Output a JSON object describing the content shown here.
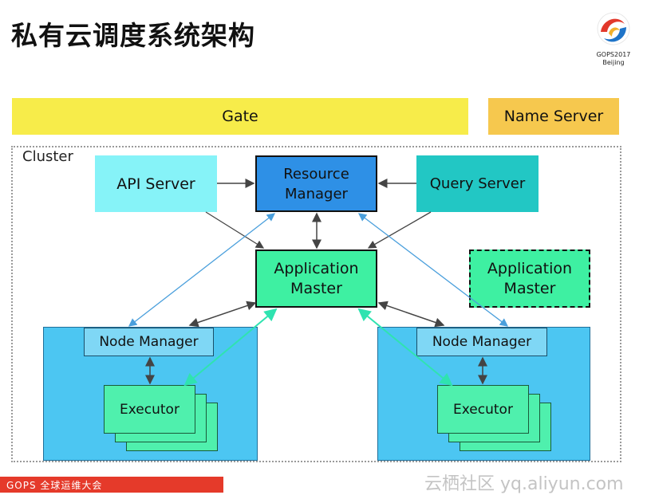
{
  "title": "私有云调度系统架构",
  "logo": {
    "line1": "GOPS2017",
    "line2": "Beijing",
    "icon": "gops-swirl-icon"
  },
  "gate": {
    "label": "Gate"
  },
  "name_server": {
    "label": "Name Server"
  },
  "cluster": {
    "label": "Cluster"
  },
  "api_server": {
    "label": "API Server"
  },
  "resource_manager": {
    "label": "Resource\nManager"
  },
  "query_server": {
    "label": "Query Server"
  },
  "application_master": {
    "label": "Application\nMaster"
  },
  "application_master_standby": {
    "label": "Application\nMaster"
  },
  "node_manager_left": {
    "label": "Node Manager"
  },
  "node_manager_right": {
    "label": "Node Manager"
  },
  "executor_left": {
    "label": "Executor"
  },
  "executor_right": {
    "label": "Executor"
  },
  "footer": {
    "banner_text": "GOPS 全球运维大会",
    "watermark": "云栖社区 yq.aliyun.com"
  },
  "colors": {
    "gate": "#f7ec4a",
    "name_server": "#f6c84e",
    "api_server": "#86f3f8",
    "resource_manager": "#2e90e6",
    "query_server": "#22c7c4",
    "application_master": "#3ef0a2",
    "node": "#4cc6f2",
    "executor": "#4ff0ad",
    "arrow_dark": "#444444",
    "arrow_blue": "#4a9fdc",
    "arrow_green": "#2fe3b0"
  }
}
